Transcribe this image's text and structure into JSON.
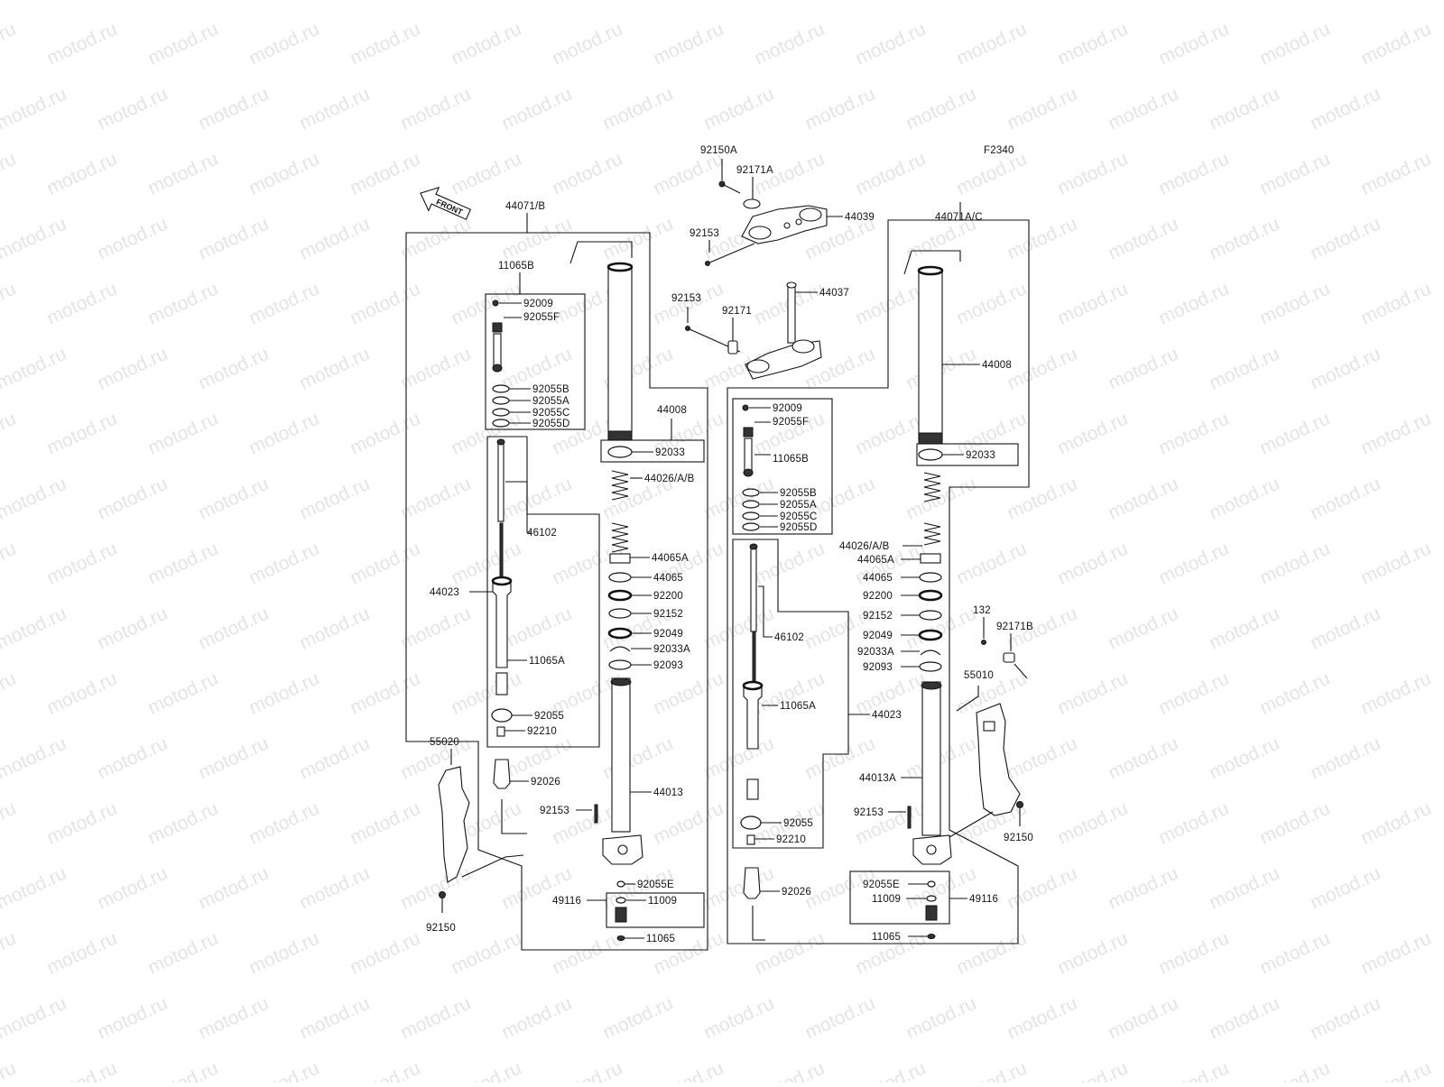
{
  "watermark_text": "motod.ru",
  "figure_code": "F2340",
  "front_arrow_text": "FRONT",
  "left_fork": {
    "assembly_label": "44071/B",
    "cartridge_kit_label": "11065B",
    "labels": {
      "p92009": "92009",
      "p92055F": "92055F",
      "p92055B": "92055B",
      "p92055A": "92055A",
      "p92055C": "92055C",
      "p92055D": "92055D",
      "p44008": "44008",
      "p92033": "92033",
      "p44026": "44026/A/B",
      "p46102": "46102",
      "p44065A": "44065A",
      "p44065": "44065",
      "p44023": "44023",
      "p92200": "92200",
      "p92152": "92152",
      "p92049": "92049",
      "p92033A": "92033A",
      "p92093": "92093",
      "p11065A": "11065A",
      "p92055": "92055",
      "p92210": "92210",
      "p55020": "55020",
      "p92026": "92026",
      "p44013": "44013",
      "p92153": "92153",
      "p92055E": "92055E",
      "p49116": "49116",
      "p11009": "11009",
      "p92150": "92150",
      "p11065": "11065"
    }
  },
  "right_fork": {
    "assembly_label": "44071A/C",
    "cartridge_kit_label": "11065B",
    "labels": {
      "p44008": "44008",
      "p92033": "92033",
      "p92009": "92009",
      "p92055F": "92055F",
      "p92055B": "92055B",
      "p92055A": "92055A",
      "p92055C": "92055C",
      "p92055D": "92055D",
      "p44026": "44026/A/B",
      "p44065A": "44065A",
      "p44065": "44065",
      "p92200": "92200",
      "p92152": "92152",
      "p46102": "46102",
      "p92049": "92049",
      "p92033A": "92033A",
      "p92093": "92093",
      "p11065A": "11065A",
      "p44023": "44023",
      "p44013A": "44013A",
      "p92055": "92055",
      "p92153": "92153",
      "p92210": "92210",
      "p92026": "92026",
      "p92055E": "92055E",
      "p11009": "11009",
      "p49116": "49116",
      "p11065": "11065",
      "p132": "132",
      "p92171B": "92171B",
      "p55010": "55010",
      "p92150": "92150"
    }
  },
  "top_clamp": {
    "p92150A": "92150A",
    "p92171A": "92171A",
    "p44039": "44039",
    "p92153": "92153"
  },
  "bottom_clamp": {
    "p44037": "44037",
    "p92153": "92153",
    "p92171": "92171"
  }
}
